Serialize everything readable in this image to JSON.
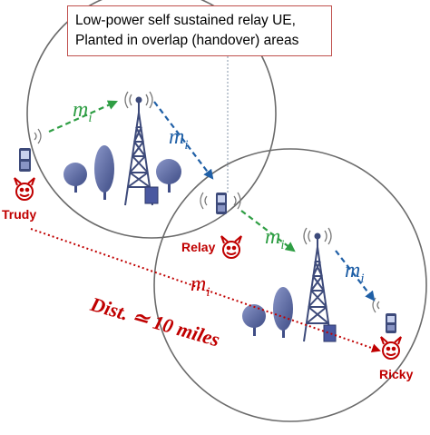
{
  "callout": {
    "line1": "Low-power self sustained relay UE,",
    "line2": "Planted in overlap (handover) areas"
  },
  "nodes": {
    "sender": "Trudy",
    "relay": "Relay",
    "receiver": "Ricky"
  },
  "message": {
    "symbol_main": "m",
    "symbol_sub": "i"
  },
  "distance_label": "Dist. ≃ 10 miles",
  "colors": {
    "cell_border": "#666666",
    "green_arrow": "#2f9e44",
    "blue_arrow": "#1f5fa6",
    "red": "#c00000",
    "tower": "#3d4a7a",
    "tree": "#5a6aa8",
    "callout_border": "#c0504d"
  }
}
